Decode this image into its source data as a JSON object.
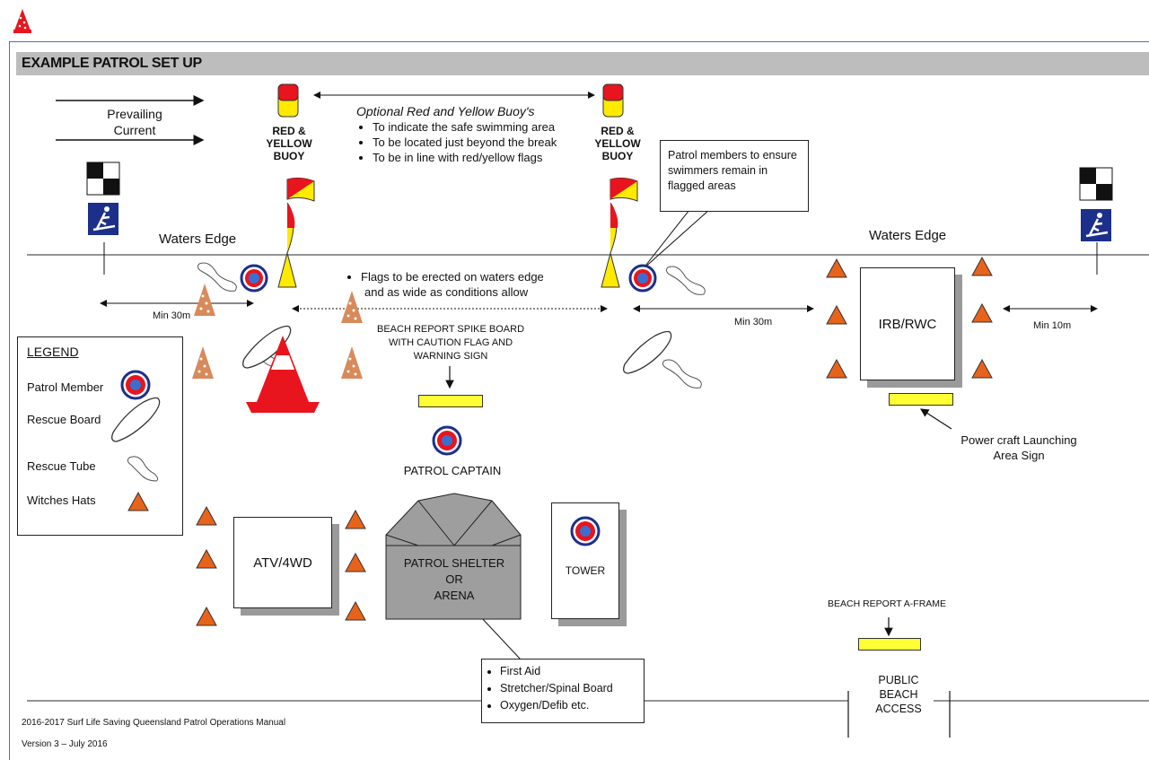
{
  "title": "EXAMPLE PATROL SET UP",
  "current_label": "Prevailing\nCurrent",
  "buoy_label": "RED &\nYELLOW\nBUOY",
  "buoy_note": {
    "heading": "Optional Red and Yellow Buoy's",
    "items": [
      "To indicate the safe swimming area",
      "To be located just beyond the break",
      "To be in line with red/yellow flags"
    ]
  },
  "patrol_note": "Patrol members to ensure swimmers remain in flagged areas",
  "waters_edge": "Waters Edge",
  "flags_note": [
    "Flags to be erected on waters edge",
    "and as wide as conditions allow"
  ],
  "min_30m_left": "Min 30m",
  "min_30m_right": "Min 30m",
  "min_10m": "Min 10m",
  "spike_board": "BEACH REPORT SPIKE BOARD\nWITH CAUTION FLAG AND\nWARNING SIGN",
  "irb": "IRB/RWC",
  "power_craft": "Power craft Launching\nArea Sign",
  "patrol_captain": "PATROL CAPTAIN",
  "atv": "ATV/4WD",
  "shelter": "PATROL SHELTER\nOR\nARENA",
  "tower": "TOWER",
  "a_frame": "BEACH REPORT A-FRAME",
  "access": "PUBLIC\nBEACH\nACCESS",
  "shelter_items": [
    "First Aid",
    "Stretcher/Spinal Board",
    "Oxygen/Defib etc."
  ],
  "legend": {
    "heading": "LEGEND",
    "patrol_member": "Patrol Member",
    "rescue_board": "Rescue Board",
    "rescue_tube": "Rescue Tube",
    "witches_hats": "Witches Hats"
  },
  "footer_1": "2016-2017 Surf Life Saving Queensland Patrol Operations Manual",
  "footer_2": "Version 3 – July 2016",
  "colors": {
    "red": "#e8141e",
    "yellow": "#ffea00",
    "orange": "#e8631a",
    "sign_blue": "#1c2f8a",
    "frame_blue": "#4a72b8"
  }
}
